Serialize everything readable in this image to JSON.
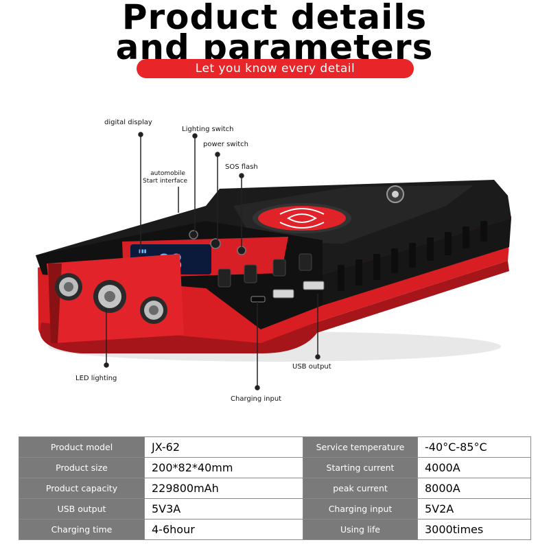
{
  "header": {
    "title_line1": "Product details",
    "title_line2": "and parameters",
    "subtitle": "Let you know every detail",
    "accent_color": "#e8262a"
  },
  "callouts": {
    "digital_display": "digital display",
    "lighting_switch": "Lighting switch",
    "power_switch": "power switch",
    "automobile_line1": "automobile",
    "automobile_line2": "Start interface",
    "sos_flash": "SOS flash",
    "led_lighting": "LED lighting",
    "usb_output": "USB output",
    "charging_input": "Charging input"
  },
  "specs": {
    "rows": [
      {
        "label1": "Product model",
        "value1": "JX-62",
        "label2": "Service temperature",
        "value2": "-40°C-85°C"
      },
      {
        "label1": "Product size",
        "value1": "200*82*40mm",
        "label2": "Starting current",
        "value2": "4000A"
      },
      {
        "label1": "Product capacity",
        "value1": "229800mAh",
        "label2": "peak current",
        "value2": "8000A"
      },
      {
        "label1": "USB output",
        "value1": "5V3A",
        "label2": "Charging input",
        "value2": "5V2A"
      },
      {
        "label1": "Charging time",
        "value1": "4-6hour",
        "label2": "Using life",
        "value2": "3000times"
      }
    ]
  },
  "icons": [
    "compass-icon",
    "wireless-charging-icon",
    "led-lamp-icon",
    "usb-port-icon"
  ]
}
